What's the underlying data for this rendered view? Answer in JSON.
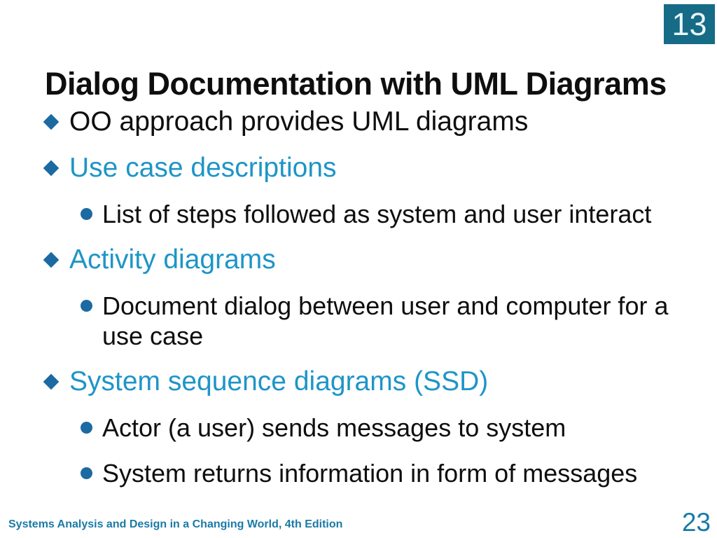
{
  "slide": {
    "corner_badge": {
      "number": "13"
    },
    "title": "Dialog Documentation with UML Diagrams",
    "bullets": [
      {
        "level": 1,
        "marker": "diamond-bullet",
        "emphasis": "normal",
        "text": "OO approach provides UML diagrams"
      },
      {
        "level": 1,
        "marker": "diamond-bullet",
        "emphasis": "teal",
        "text": "Use case descriptions"
      },
      {
        "level": 2,
        "marker": "circle-bullet",
        "emphasis": "normal",
        "text": "List of steps followed as system and user interact"
      },
      {
        "level": 1,
        "marker": "diamond-bullet",
        "emphasis": "teal",
        "text": "Activity diagrams"
      },
      {
        "level": 2,
        "marker": "circle-bullet",
        "emphasis": "normal",
        "text": "Document dialog between user and computer for a use case"
      },
      {
        "level": 1,
        "marker": "diamond-bullet",
        "emphasis": "teal",
        "text": "System sequence diagrams (SSD)"
      },
      {
        "level": 2,
        "marker": "circle-bullet",
        "emphasis": "normal",
        "text": "Actor (a user) sends messages to system"
      },
      {
        "level": 2,
        "marker": "circle-bullet",
        "emphasis": "normal",
        "text": "System returns information in form of messages"
      }
    ],
    "footer": {
      "book_title": "Systems Analysis and Design in a Changing World, 4th Edition",
      "page_number": "23"
    },
    "colors": {
      "background": "#ffffff",
      "badge_background": "#166b86",
      "badge_text": "#eaf6f8",
      "bullet_marker_blue": "#1c6aa2",
      "heading_teal": "#1e95c7",
      "footer_teal": "#1a7aa6",
      "body_text": "#0e0e0e"
    }
  }
}
